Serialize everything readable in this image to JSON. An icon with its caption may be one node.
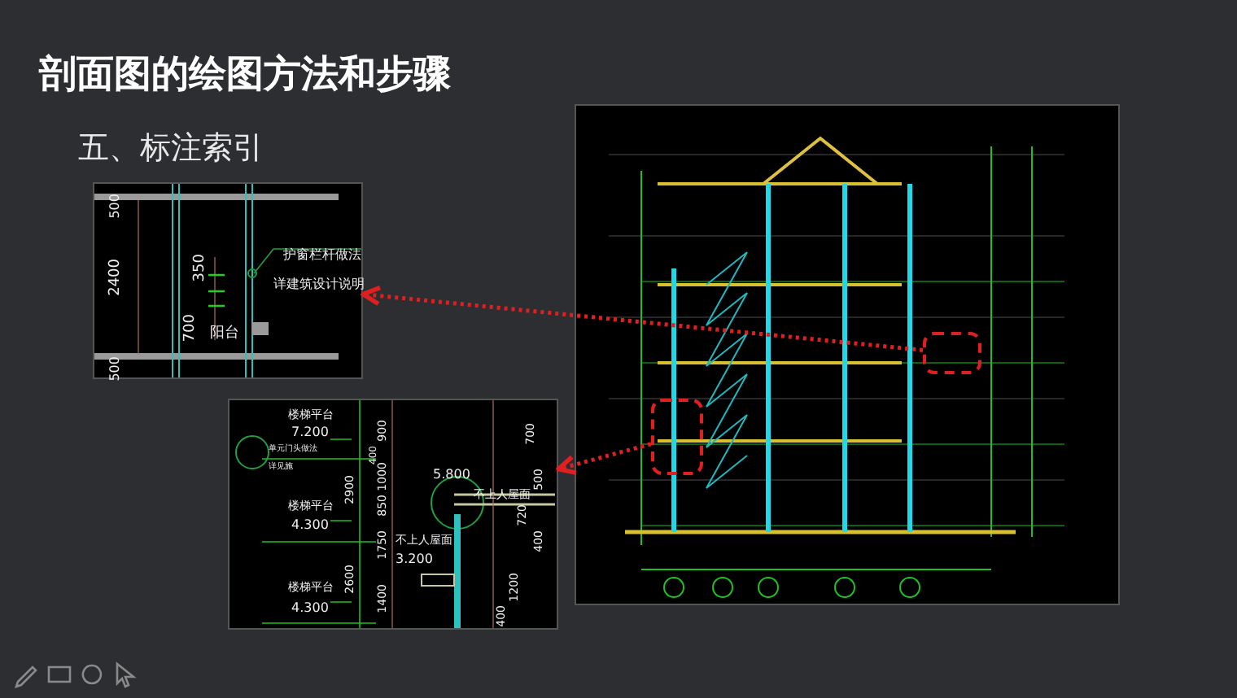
{
  "diagram": {
    "title": "剖面图的绘图方法和步骤",
    "nodes": [
      {
        "text": [
          "500",
          "护窗栏杆做法",
          "350",
          "2400",
          "详建筑设计说明",
          "700",
          "阳台",
          "500"
        ]
      },
      {
        "text": [
          "楼梯平台",
          "7.200",
          "700",
          "900",
          "400",
          "单元门头做法",
          "1000",
          "详见施",
          "5.800",
          "500",
          "2900",
          "不上人屋面",
          "850",
          "楼梯平台",
          "720",
          "4.300",
          "1750",
          "不上人屋面",
          "400",
          "3.200",
          "2600",
          "1200",
          "1400",
          "楼梯平台",
          "4.300",
          "400"
        ]
      },
      {
        "text": [],
        "shape": "picture"
      },
      {
        "text": [],
        "shape": "box",
        "in": 2
      },
      {
        "text": [],
        "shape": "box",
        "in": 2
      }
    ],
    "edges": [
      {
        "from": 3,
        "to": 0,
        "arrow": "to",
        "style": "dashed",
        "color": "#e02020"
      },
      {
        "from": 4,
        "to": 1,
        "arrow": "to",
        "style": "dashed",
        "color": "#e02020"
      }
    ],
    "labels": [
      "五、标注索引"
    ]
  }
}
